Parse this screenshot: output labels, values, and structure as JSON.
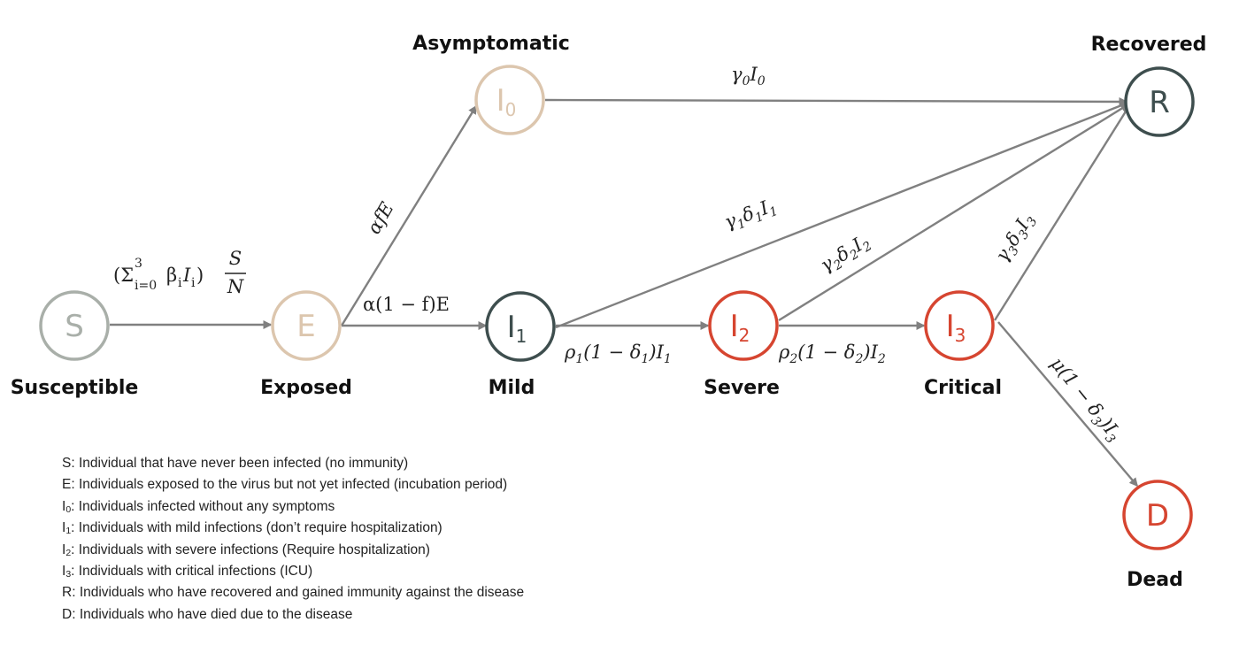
{
  "colors": {
    "edge": "#808080",
    "susceptible": "#a9afa9",
    "exposed": "#dcc6ae",
    "mild": "#3e4e4e",
    "severe": "#d64530",
    "recovered": "#3e4e4e",
    "caption": "#111111"
  },
  "nodes": {
    "s": {
      "letter": "S",
      "sub": "",
      "caption": "Susceptible"
    },
    "e": {
      "letter": "E",
      "sub": "",
      "caption": "Exposed"
    },
    "i0": {
      "letter": "I",
      "sub": "0",
      "caption": "Asymptomatic"
    },
    "i1": {
      "letter": "I",
      "sub": "1",
      "caption": "Mild"
    },
    "i2": {
      "letter": "I",
      "sub": "2",
      "caption": "Severe"
    },
    "i3": {
      "letter": "I",
      "sub": "3",
      "caption": "Critical"
    },
    "r": {
      "letter": "R",
      "sub": "",
      "caption": "Recovered"
    },
    "d": {
      "letter": "D",
      "sub": "",
      "caption": "Dead"
    }
  },
  "rates": {
    "s_e": {
      "open": "(Σ",
      "sup": "3",
      "sub": "i=0",
      "beta": "β",
      "i_sub": "i",
      "var": "I",
      "var_sub": "i",
      "close": ")",
      "num": "S",
      "den": "N"
    },
    "e_i0": {
      "a": "α",
      "f": "f",
      "e": "E"
    },
    "e_i1": {
      "text": "α(1 − f)E"
    },
    "i0_r": {
      "g": "γ",
      "g_sub": "0",
      "var": "I",
      "var_sub": "0"
    },
    "i1_r": {
      "g": "γ",
      "g_sub": "1",
      "d": "δ",
      "d_sub": "1",
      "var": "I",
      "var_sub": "1"
    },
    "i2_r": {
      "g": "γ",
      "g_sub": "2",
      "d": "δ",
      "d_sub": "2",
      "var": "I",
      "var_sub": "2"
    },
    "i3_r": {
      "g": "γ",
      "g_sub": "3",
      "d": "δ",
      "d_sub": "3",
      "var": "I",
      "var_sub": "3"
    },
    "i1_i2": {
      "p": "ρ",
      "p_sub": "1",
      "mid": "(1 − δ",
      "mid_sub": "1",
      "close": ")",
      "var": "I",
      "var_sub": "1"
    },
    "i2_i3": {
      "p": "ρ",
      "p_sub": "2",
      "mid": "(1 − δ",
      "mid_sub": "2",
      "close": ")",
      "var": "I",
      "var_sub": "2"
    },
    "i3_d": {
      "m": "μ",
      "mid": "(1 − δ",
      "mid_sub": "3",
      "close": ")",
      "var": "I",
      "var_sub": "3"
    }
  },
  "legend": [
    {
      "sym": "S",
      "sub": "",
      "text": ": Individual that have never been infected (no immunity)"
    },
    {
      "sym": "E",
      "sub": "",
      "text": ": Individuals exposed to the virus but not yet infected (incubation period)"
    },
    {
      "sym": "I",
      "sub": "0",
      "text": ": Individuals infected without any symptoms"
    },
    {
      "sym": "I",
      "sub": "1",
      "text": ": Individuals with mild infections (don’t require hospitalization)"
    },
    {
      "sym": "I",
      "sub": "2",
      "text": ": Individuals with severe infections (Require hospitalization)"
    },
    {
      "sym": "I",
      "sub": "3",
      "text": ": Individuals with critical infections (ICU)"
    },
    {
      "sym": "R",
      "sub": "",
      "text": ": Individuals who have recovered and gained immunity  against the disease"
    },
    {
      "sym": "D",
      "sub": "",
      "text": ": Individuals who have died due to the disease"
    }
  ]
}
